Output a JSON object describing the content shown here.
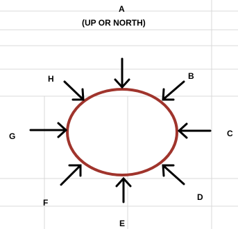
{
  "labels": {
    "a": "A",
    "a_subtitle": "(UP OR NORTH)",
    "b": "B",
    "c": "C",
    "d": "D",
    "e": "E",
    "f": "F",
    "g": "G",
    "h": "H"
  },
  "colors": {
    "ellipse": "#a0342c",
    "arrow": "#000000",
    "grid": "#d9d9d9",
    "background": "#ffffff"
  }
}
